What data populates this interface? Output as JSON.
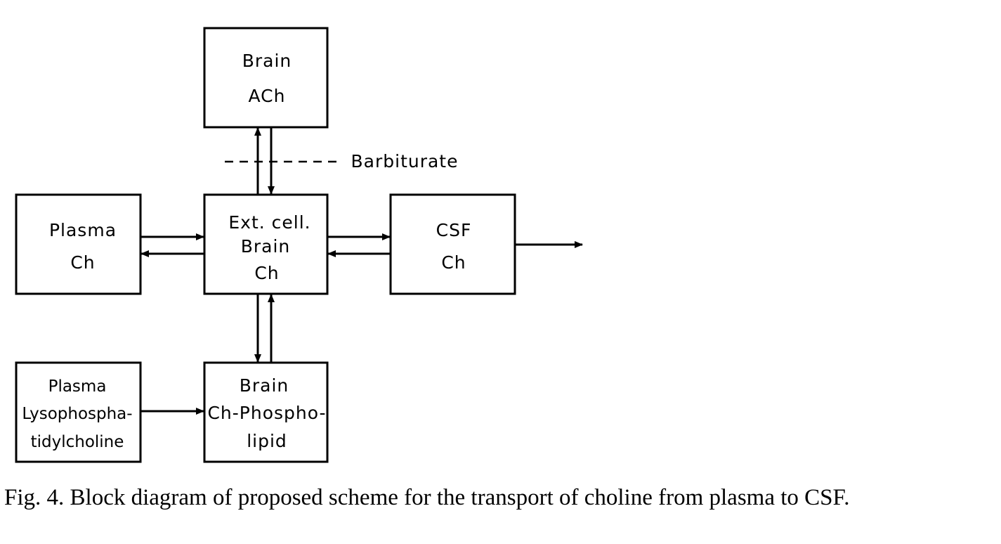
{
  "diagram": {
    "nodes": {
      "brain_ach": {
        "line1": "Brain",
        "line2": "ACh"
      },
      "plasma_ch": {
        "line1": "Plasma",
        "line2": "Ch"
      },
      "ext_cell": {
        "line1": "Ext. cell.",
        "line2": "Brain",
        "line3": "Ch"
      },
      "csf_ch": {
        "line1": "CSF",
        "line2": "Ch"
      },
      "plasma_lyso": {
        "line1": "Plasma",
        "line2": "Lysophospha-",
        "line3": "tidylcholine"
      },
      "brain_phospholipid": {
        "line1": "Brain",
        "line2": "Ch-Phospho-",
        "line3": "lipid"
      }
    },
    "barbiturate_label": "Barbiturate",
    "edges": [
      {
        "from": "plasma_ch",
        "to": "ext_cell"
      },
      {
        "from": "ext_cell",
        "to": "plasma_ch"
      },
      {
        "from": "ext_cell",
        "to": "csf_ch"
      },
      {
        "from": "csf_ch",
        "to": "ext_cell"
      },
      {
        "from": "ext_cell",
        "to": "brain_ach"
      },
      {
        "from": "brain_ach",
        "to": "ext_cell"
      },
      {
        "from": "ext_cell",
        "to": "brain_phospholipid"
      },
      {
        "from": "brain_phospholipid",
        "to": "ext_cell"
      },
      {
        "from": "plasma_lyso",
        "to": "brain_phospholipid"
      },
      {
        "from": "csf_ch",
        "to": "outflow"
      }
    ]
  },
  "caption": "Fig. 4. Block diagram of proposed scheme for the transport of choline from plasma to CSF."
}
